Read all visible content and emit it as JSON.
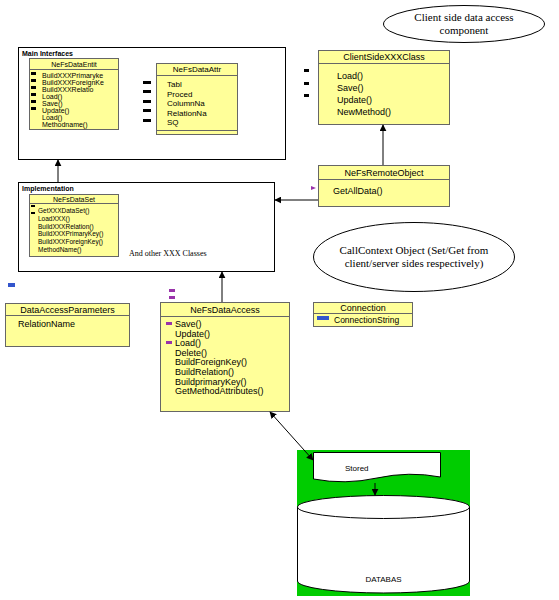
{
  "diagram": {
    "nodes": [
      {
        "text": [
          "Main Interfaces"
        ]
      },
      {
        "text": [
          "NeFsDataEntit",
          "BuildXXXPrimaryke",
          "BuildXXXForeignKe",
          "BuildXXXRelatio",
          "Load()",
          "Save()",
          "Update()",
          "Load()",
          "Methodname()"
        ],
        "in": 0
      },
      {
        "text": [
          "NeFsDataAttr",
          "Tabl",
          "Proced",
          "ColumnNa",
          "RelationNa",
          "SQ"
        ],
        "in": 0
      },
      {
        "text": [
          "Client side data access component"
        ]
      },
      {
        "text": [
          "ClientSideXXXClass",
          "Load()",
          "Save()",
          "Update()",
          "NewMethod()"
        ]
      },
      {
        "text": [
          "NeFsRemoteObject",
          "GetAllData()"
        ]
      },
      {
        "text": [
          "Implementation",
          "And other XXX Classes"
        ]
      },
      {
        "text": [
          "NeFsDataSet",
          "GetXXXDataSet()",
          "LoadXXX()",
          "BuildXXXRelation()",
          "BuildXXXPrimaryKey()",
          "BuildXXXForeignKey()",
          "MethodName()"
        ],
        "in": 6
      },
      {
        "text": [
          "CallContext Object (Set/Get from client/server sides respectively)"
        ]
      },
      {
        "text": [
          "DataAccessParameters",
          "RelationName"
        ]
      },
      {
        "text": [
          "NeFsDataAccess",
          "Save()",
          "Update()",
          "Load()",
          "Delete()",
          "BuildForeignKey()",
          "BuildRelation()",
          "BuildprimaryKey()",
          "GetMethodAttributes()"
        ]
      },
      {
        "text": [
          "Connection",
          "ConnectionString"
        ]
      },
      {
        "text": [
          "Stored"
        ]
      },
      {
        "text": [
          "DATABAS"
        ]
      }
    ],
    "edges": [
      {
        "from": 6,
        "to": 0,
        "arrow": "to"
      },
      {
        "from": 5,
        "to": 6,
        "arrow": "to"
      },
      {
        "from": 5,
        "to": 4,
        "arrow": "to"
      },
      {
        "from": 10,
        "to": 6,
        "arrow": "to"
      },
      {
        "from": 10,
        "to": 12,
        "arrow": "both"
      },
      {
        "from": 12,
        "to": 13,
        "arrow": "to"
      }
    ]
  }
}
